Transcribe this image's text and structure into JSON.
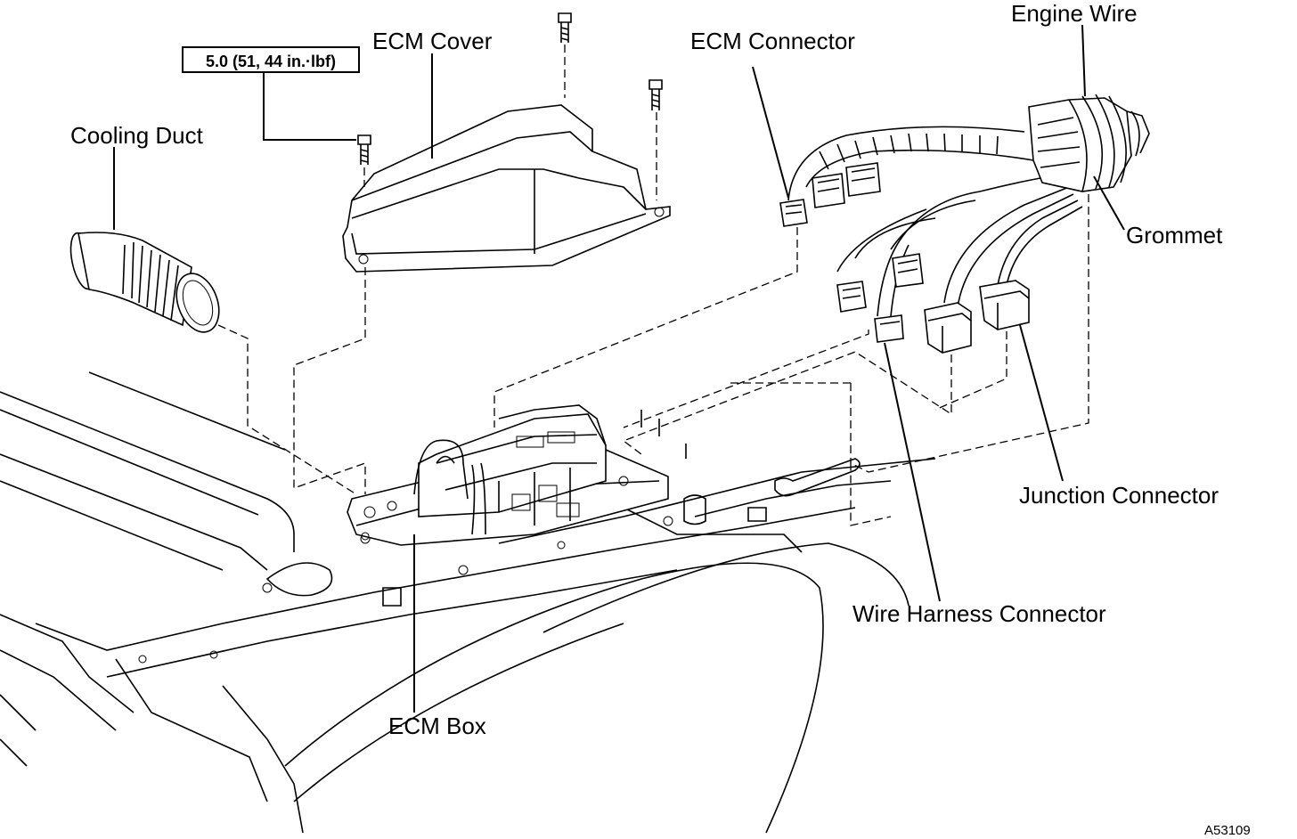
{
  "labels": {
    "ecm_cover": "ECM Cover",
    "ecm_connector": "ECM Connector",
    "engine_wire": "Engine Wire",
    "cooling_duct": "Cooling Duct",
    "grommet": "Grommet",
    "junction_connector": "Junction Connector",
    "wire_harness_connector": "Wire Harness Connector",
    "ecm_box": "ECM Box"
  },
  "torque_spec": "5.0 (51, 44 in.·lbf)",
  "figure_code": "A53109",
  "icons": [
    "bolt-icon",
    "cooling-duct-icon",
    "ecm-cover-icon",
    "ecm-box-icon",
    "wire-harness-icon",
    "connector-icon",
    "grommet-icon"
  ]
}
